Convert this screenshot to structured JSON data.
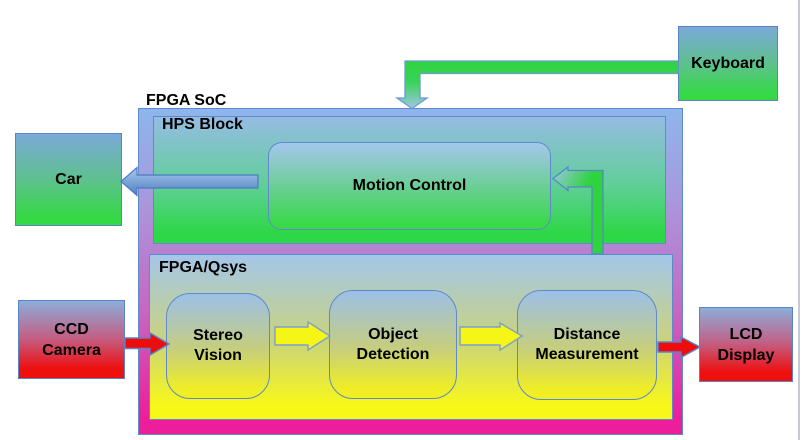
{
  "diagram": {
    "fpga_soc": {
      "label": "FPGA SoC"
    },
    "hps_block": {
      "label": "HPS Block",
      "motion_control": {
        "label": "Motion Control"
      }
    },
    "fpga_qsys": {
      "label": "FPGA/Qsys",
      "blocks": [
        {
          "line1": "Stereo",
          "line2": "Vision"
        },
        {
          "line1": "Object",
          "line2": "Detection"
        },
        {
          "line1": "Distance",
          "line2": "Measurement"
        }
      ]
    },
    "peripherals": {
      "keyboard": {
        "label": "Keyboard"
      },
      "car": {
        "label": "Car"
      },
      "ccd_camera": {
        "line1": "CCD",
        "line2": "Camera"
      },
      "lcd_display": {
        "line1": "LCD",
        "line2": "Display"
      }
    },
    "connections": [
      {
        "from": "Keyboard",
        "to": "HPS Block",
        "style": "green-elbow-down"
      },
      {
        "from": "Motion Control",
        "to": "Car",
        "style": "blue-left"
      },
      {
        "from": "CCD Camera",
        "to": "Stereo Vision",
        "style": "red-right"
      },
      {
        "from": "Stereo Vision",
        "to": "Object Detection",
        "style": "yellow-right"
      },
      {
        "from": "Object Detection",
        "to": "Distance Measurement",
        "style": "yellow-right"
      },
      {
        "from": "Distance Measurement",
        "to": "Motion Control",
        "style": "green-elbow-up"
      },
      {
        "from": "Distance Measurement",
        "to": "LCD Display",
        "style": "red-right"
      }
    ],
    "palette": {
      "container_top": "#8DB6EC",
      "container_bottom": "#ED1E9B",
      "hps_top": "#96BCE4",
      "hps_bottom": "#2ED747",
      "qsys_top": "#A4C6EA",
      "qsys_bottom": "#F8F818",
      "io_green_top": "#7AAAD8",
      "io_green_bottom": "#35D945",
      "io_red_top": "#8CADD9",
      "io_red_bottom": "#EE0F0F",
      "arrow_green": "#2ED33E",
      "arrow_head_light_blue": "#A0C8E8",
      "arrow_blue": "#4F7FBE",
      "arrow_yellow": "#F6F616",
      "arrow_red": "#EE0D0D",
      "border_blue": "#5F89C8"
    }
  }
}
